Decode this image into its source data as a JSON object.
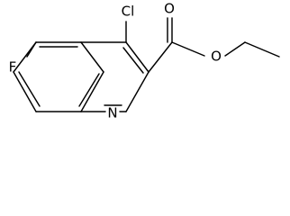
{
  "molecule": {
    "atom_labels": {
      "fluorine": "F",
      "chlorine": "Cl",
      "nitrogen": "N",
      "carbonyl_oxygen": "O",
      "ester_oxygen": "O"
    },
    "colors": {
      "background": "#ffffff",
      "bond": "#000000",
      "text": "#000000"
    }
  }
}
